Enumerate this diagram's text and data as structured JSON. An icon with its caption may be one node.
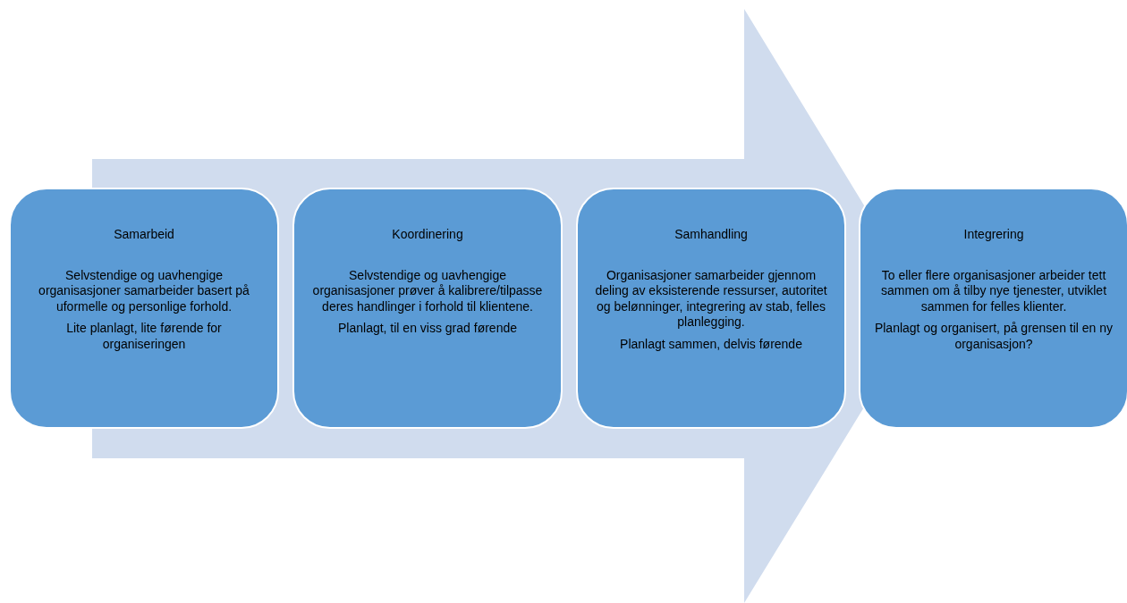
{
  "diagram": {
    "nodes": [
      {
        "text": [
          "Samarbeid",
          "Selvstendige og uavhengige organisasjoner samarbeider basert på uformelle og personlige forhold.",
          "Lite planlagt, lite førende for organiseringen"
        ]
      },
      {
        "text": [
          "Koordinering",
          "Selvstendige og uavhengige organisasjoner prøver å kalibrere/tilpasse deres handlinger i forhold til klientene.",
          "Planlagt, til en viss grad førende"
        ]
      },
      {
        "text": [
          "Samhandling",
          "Organisasjoner samarbeider gjennom deling av eksisterende ressurser, autoritet og belønninger, integrering av stab, felles planlegging.",
          "Planlagt sammen, delvis førende"
        ]
      },
      {
        "text": [
          "Integrering",
          "To eller flere organisasjoner arbeider tett sammen om å tilby nye tjenester, utviklet sammen for felles klienter.",
          "Planlagt og organisert, på grensen til en ny organisasjon?"
        ]
      }
    ],
    "edges": [
      {
        "from": 0,
        "to": 3,
        "arrow": "to"
      }
    ]
  }
}
